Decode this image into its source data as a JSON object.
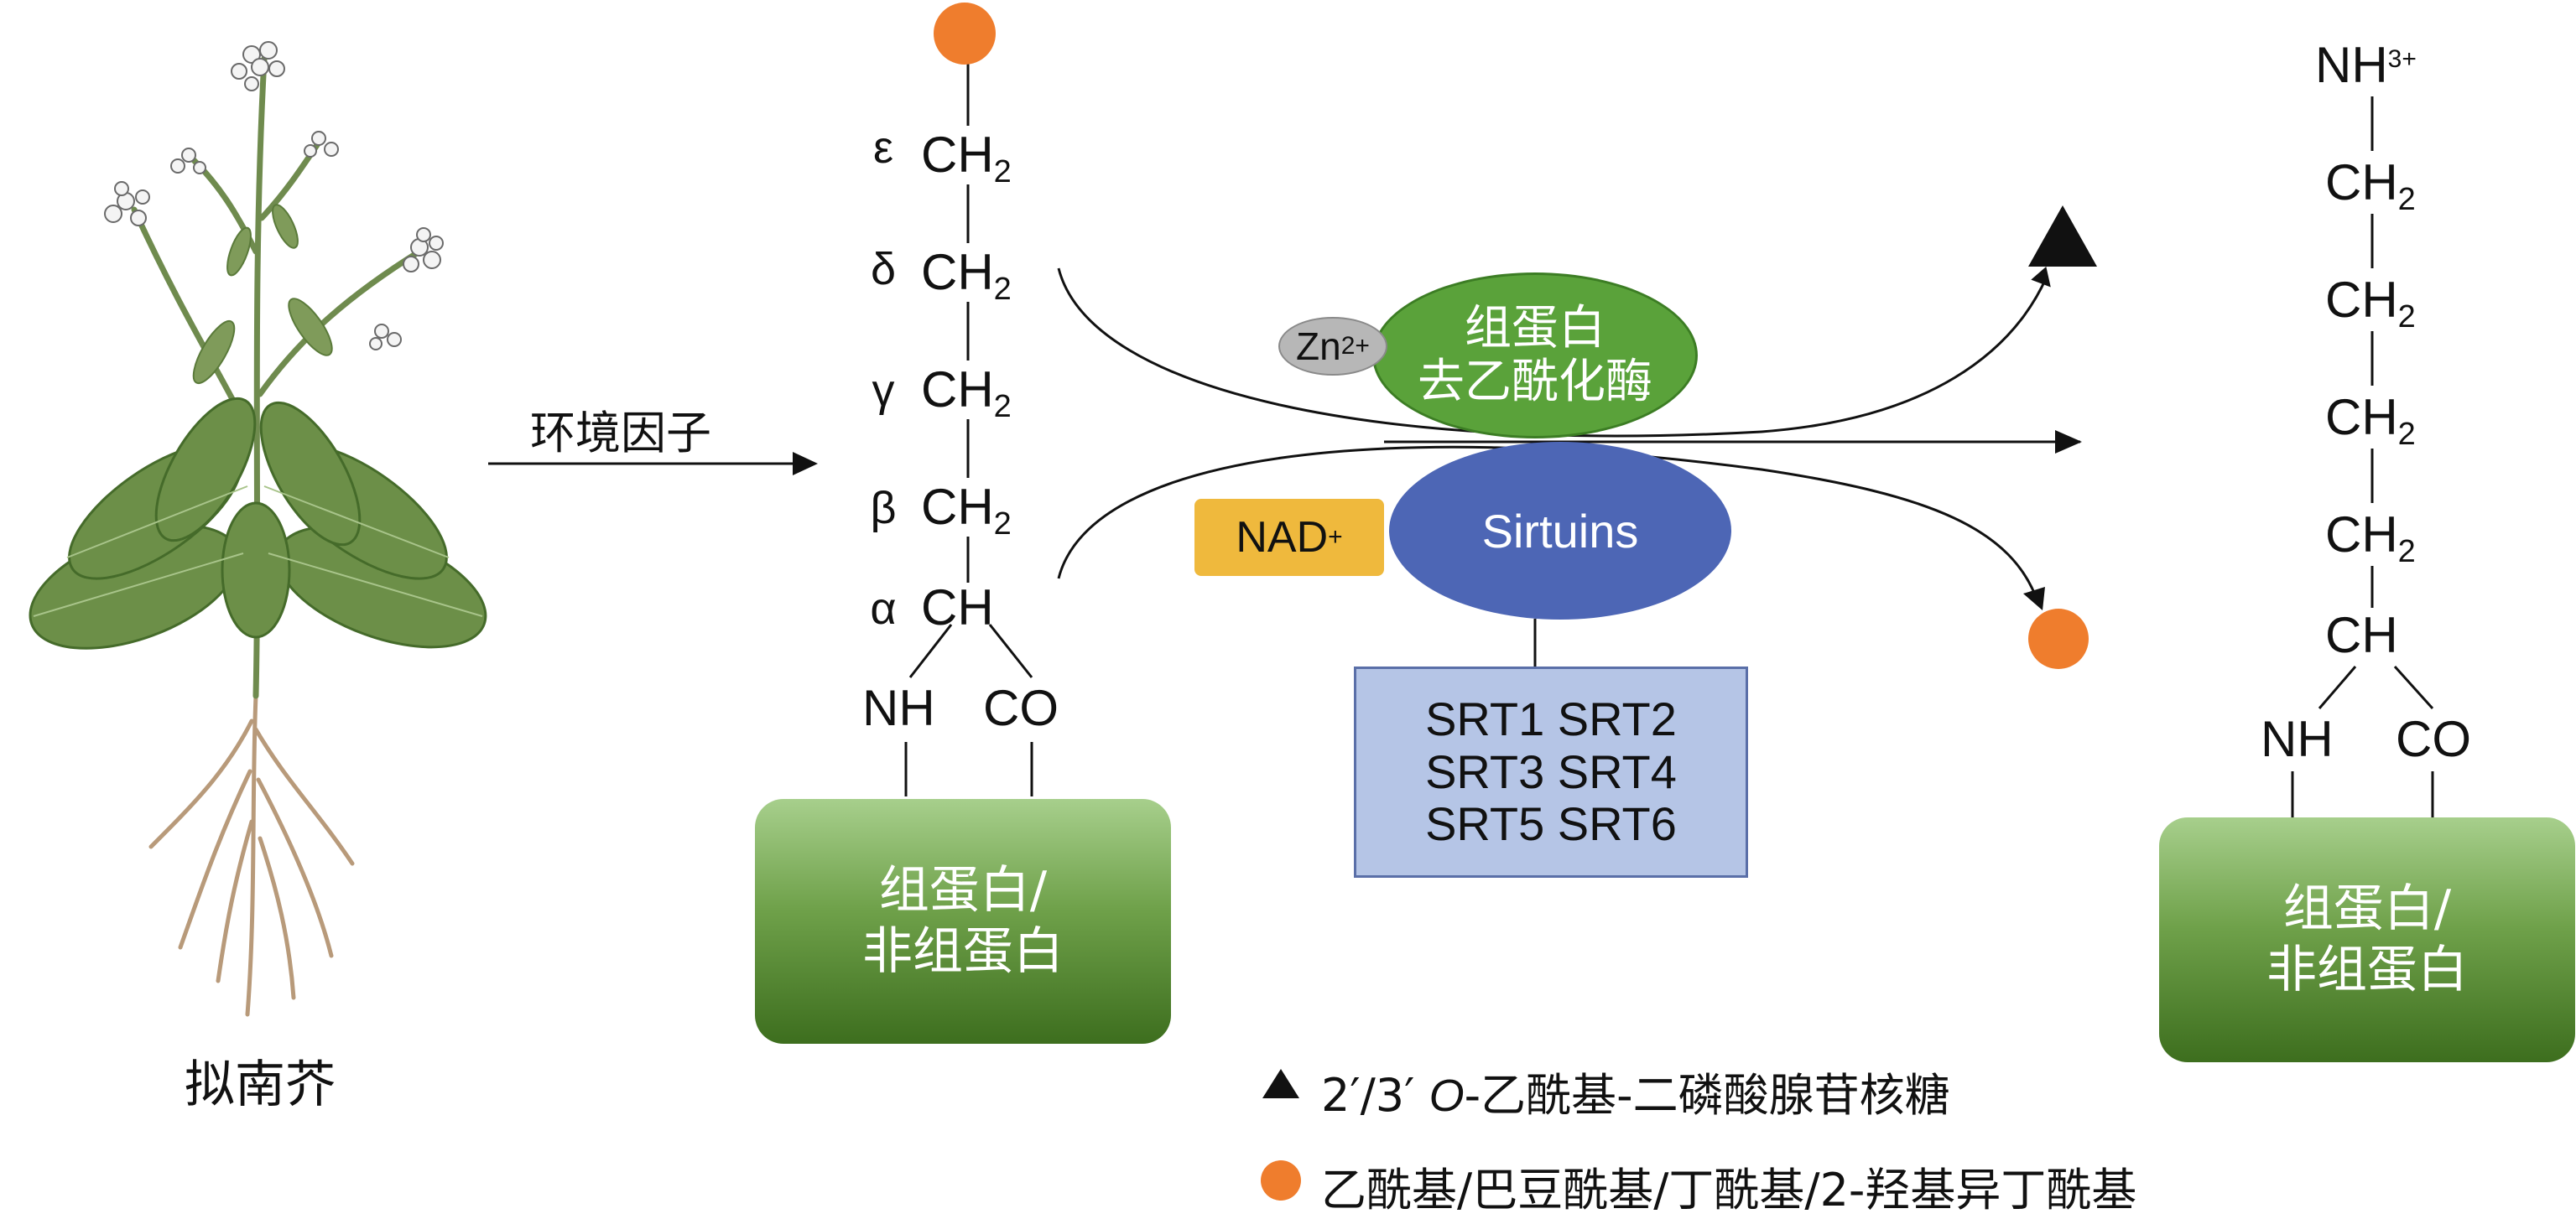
{
  "plant": {
    "label": "拟南芥"
  },
  "arrow_left": {
    "label": "环境因子"
  },
  "left_chain": {
    "greek": [
      "ε",
      "δ",
      "γ",
      "β",
      "α"
    ],
    "groups": [
      "CH",
      "CH",
      "CH",
      "CH",
      "CH"
    ],
    "subscript": "2",
    "nh": "NH",
    "co": "CO",
    "box_line1": "组蛋白/",
    "box_line2": "非组蛋白"
  },
  "enzyme": {
    "green_line1": "组蛋白",
    "green_line2": "去乙酰化酶",
    "zn": "Zn",
    "zn_charge": "2+",
    "blue_label": "Sirtuins",
    "nad": "NAD",
    "nad_charge": "+",
    "srt_rows": [
      "SRT1 SRT2",
      "SRT3 SRT4",
      "SRT5 SRT6"
    ]
  },
  "right_chain": {
    "nh3": "NH",
    "nh3_charge": "3+",
    "groups": [
      "CH",
      "CH",
      "CH",
      "CH",
      "CH"
    ],
    "subscript": "2",
    "nh": "NH",
    "co": "CO",
    "box_line1": "组蛋白/",
    "box_line2": "非组蛋白"
  },
  "legend": {
    "triangle_symbol": "▲",
    "triangle_prefix": "2′/3′",
    "triangle_italic": "O",
    "triangle_text": "-乙酰基-二磷酸腺苷核糖",
    "circle_text": "乙酰基/巴豆酰基/丁酰基/2-羟基异丁酰基"
  },
  "colors": {
    "acyl_circle": "#ef7d2d",
    "green_enzyme": "#5aa23a",
    "sirtuins_blue": "#4d66b5",
    "nad_yellow": "#efb93d",
    "srt_box": "#b5c5e6"
  }
}
